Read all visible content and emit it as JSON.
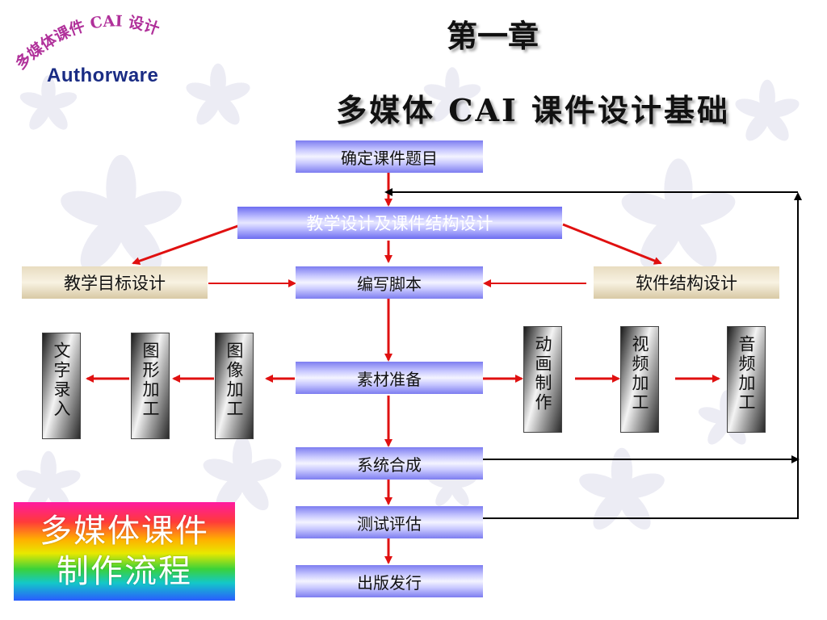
{
  "logo": {
    "arc_text": "多媒体课件 CAI 设计",
    "main": "Authorware"
  },
  "title": {
    "chapter": "第一章",
    "subtitle": "多媒体 CAI 课件设计基础"
  },
  "flow": {
    "topic": "确定课件题目",
    "teaching_structure": "教学设计及课件结构设计",
    "teaching_goal": "教学目标设计",
    "script": "编写脚本",
    "software_structure": "软件结构设计",
    "materials": "素材准备",
    "text_input": "文字录入",
    "graphic_edit": "图形加工",
    "image_edit": "图像加工",
    "animation": "动画制作",
    "video_edit": "视频加工",
    "audio_edit": "音频加工",
    "integration": "系统合成",
    "testing": "测试评估",
    "publish": "出版发行"
  },
  "banner": {
    "line1": "多媒体课件",
    "line2": "制作流程"
  },
  "colors": {
    "arrow_red": "#e01010",
    "arrow_black": "#000000",
    "box_blue": "#7d7df0",
    "box_tan": "#e8dcc0",
    "logo_purple": "#b0309a",
    "logo_navy": "#1a2c84"
  }
}
